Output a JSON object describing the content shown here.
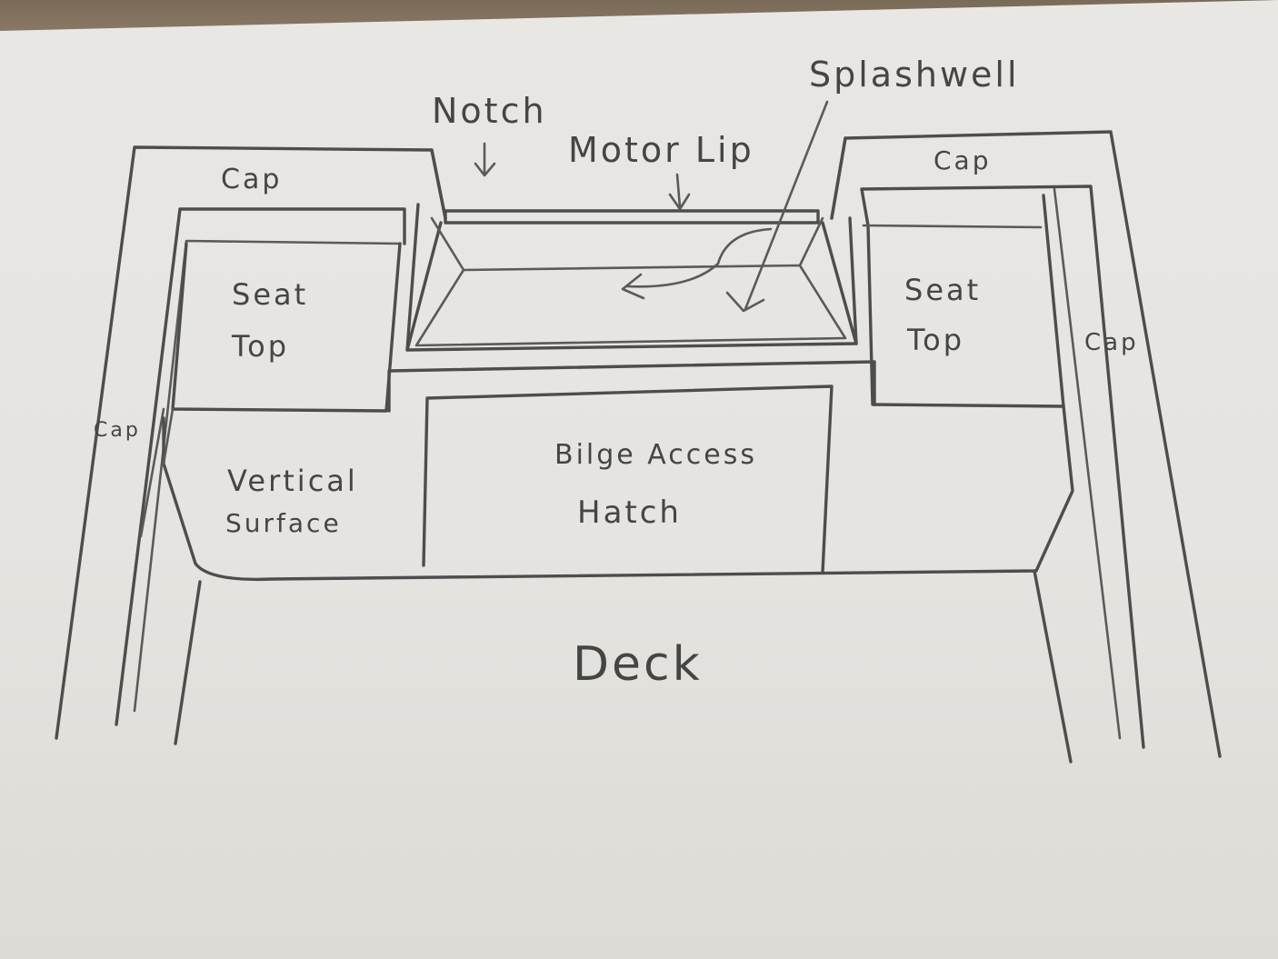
{
  "labels": {
    "notch": "Notch",
    "splashwell": "Splashwell",
    "motor_lip": "Motor Lip",
    "cap_left_top": "Cap",
    "cap_right_top": "Cap",
    "cap_left_side": "Cap",
    "cap_right_side": "Cap",
    "seat_left_line1": "Seat",
    "seat_left_line2": "Top",
    "seat_right_line1": "Seat",
    "seat_right_line2": "Top",
    "vertical_line1": "Vertical",
    "vertical_line2": "Surface",
    "bilge_line1": "Bilge Access",
    "bilge_line2": "Hatch",
    "deck": "Deck"
  },
  "colors": {
    "pencil": "#4d4d4d",
    "paper": "#e8e6e2",
    "background": "#6a5a49"
  }
}
